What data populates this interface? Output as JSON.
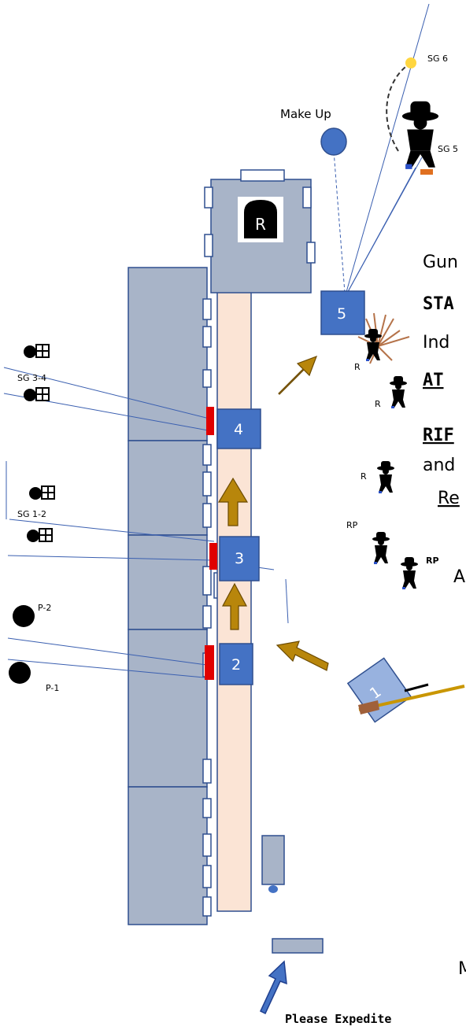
{
  "labels": {
    "make_up": "Make Up",
    "sg6": "SG 6",
    "sg5": "SG 5",
    "r_box": "R",
    "sg34": "SG 3-4",
    "sg12": "SG 1-2",
    "p2": "P-2",
    "p1": "P-1",
    "r1": "R",
    "r2": "R",
    "r3": "R",
    "rp1": "RP",
    "rp2": "RP",
    "expedite": "Please Expedite"
  },
  "stations": [
    "1",
    "2",
    "3",
    "4",
    "5"
  ],
  "side_text": {
    "line1": "Gun",
    "line2": "STA",
    "line3": "Ind",
    "line4": "AT",
    "line5": "RIF",
    "line6": "and",
    "line7": "Re",
    "line8": "A",
    "line9": "M"
  },
  "colors": {
    "station_fill": "#4472c4",
    "building_fill": "#a8b4c8",
    "building_stroke": "#2f4f8f",
    "walkway_fill": "#fbe4d5",
    "arrow_fill": "#b8860b",
    "target_red": "#e00000",
    "blue_arrow": "#4472c4",
    "line_blue": "#3a5fb0"
  }
}
